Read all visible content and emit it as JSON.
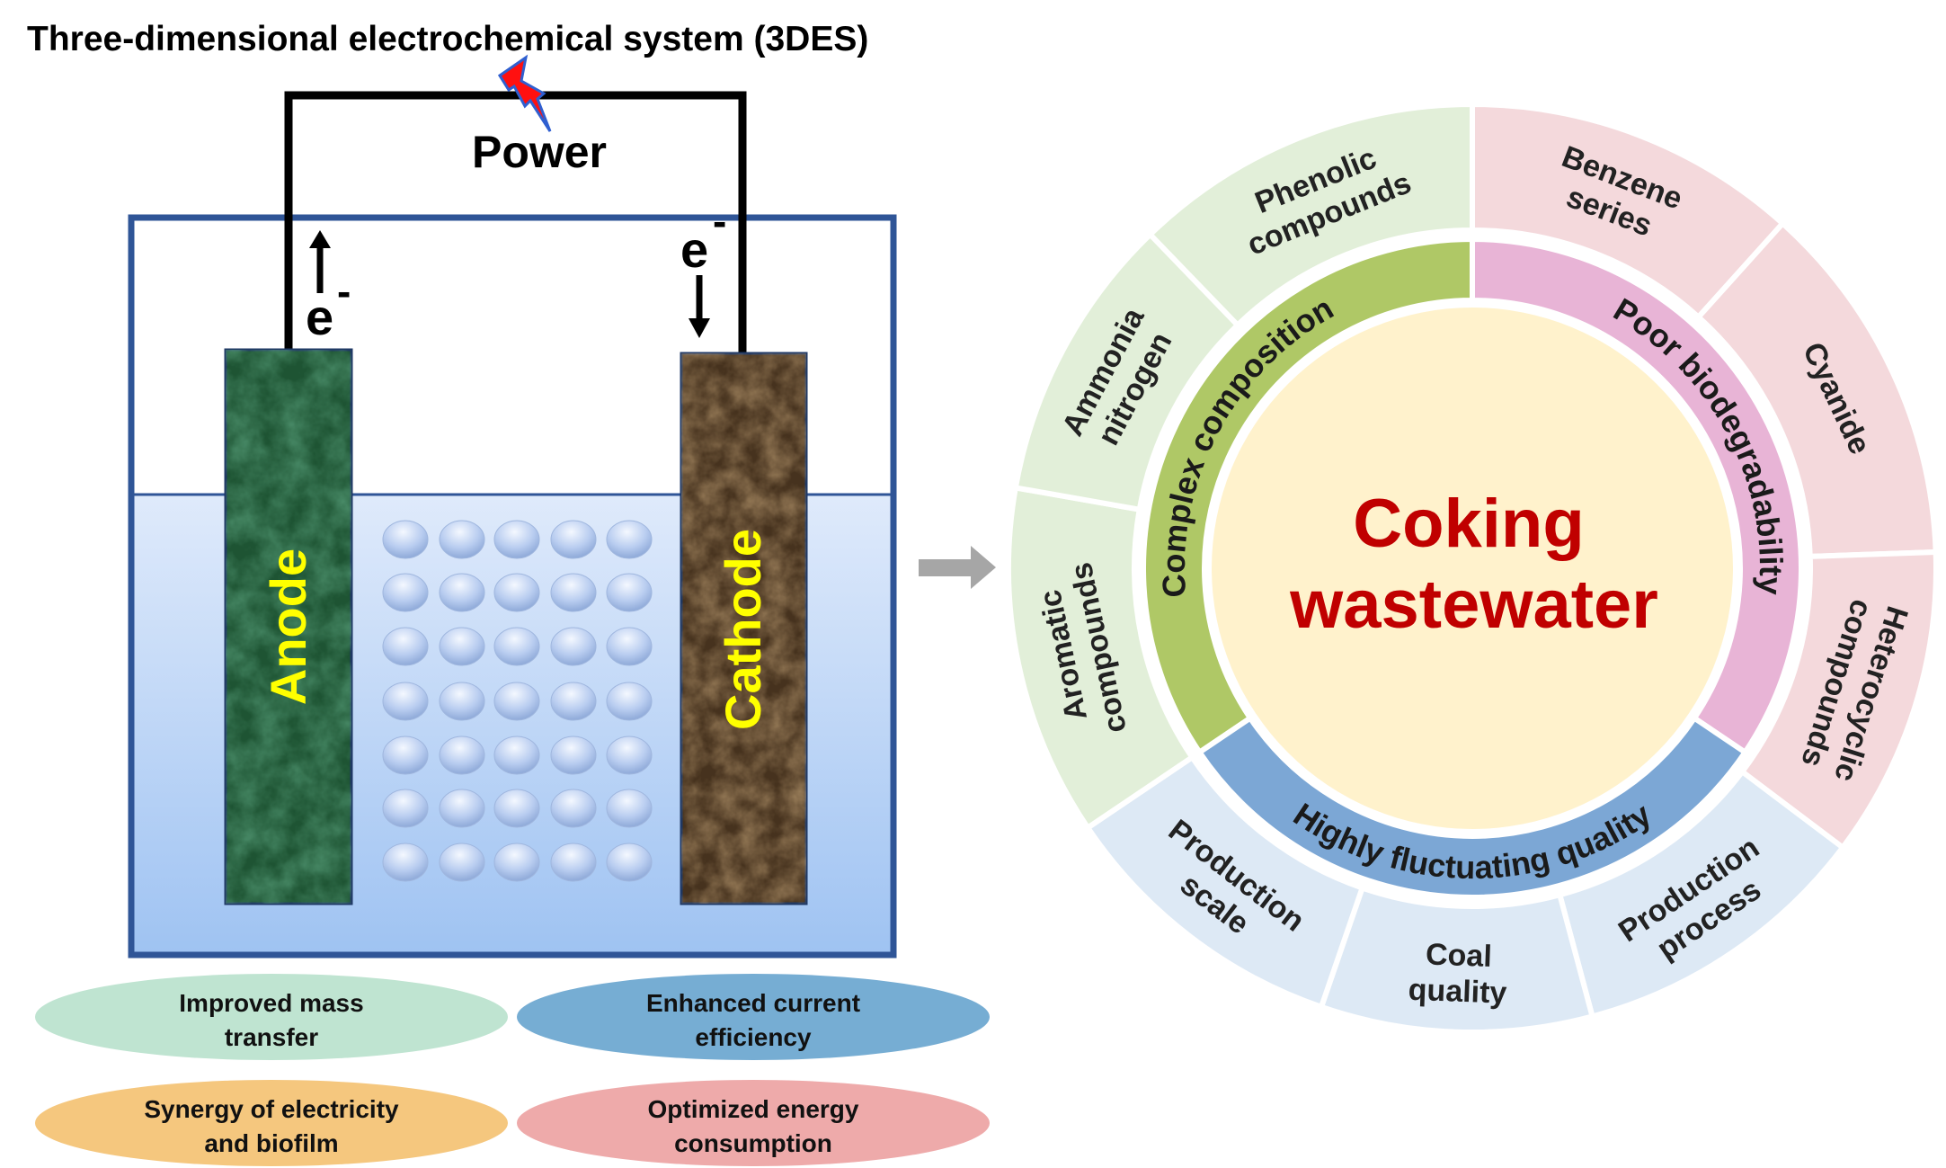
{
  "left_panel": {
    "title": "Three-dimensional electrochemical system (3DES)",
    "power_label": "Power",
    "electron_label": "e",
    "electron_superscript": "-",
    "anode_label": "Anode",
    "cathode_label": "Cathode",
    "anode_color": "#1f5a35",
    "cathode_color": "#4a3520",
    "electrode_text_color": "#ffff00",
    "tank_border_color": "#2f5597",
    "benefits": [
      {
        "line1": "Improved mass",
        "line2": "transfer",
        "color": "#bfe4d1"
      },
      {
        "line1": "Enhanced current",
        "line2": "efficiency",
        "color": "#76add3"
      },
      {
        "line1": "Synergy of electricity",
        "line2": "and biofilm",
        "color": "#f5c77e"
      },
      {
        "line1": "Optimized energy",
        "line2": "consumption",
        "color": "#eeaaaa"
      }
    ]
  },
  "right_panel": {
    "center": {
      "line1": "Coking",
      "line2": "wastewater",
      "color": "#c00000",
      "fill": "#fff2cc"
    },
    "inner_ring": [
      {
        "label": "Complex composition",
        "color": "#afc866"
      },
      {
        "label": "Poor biodegradability",
        "color": "#e8b4d6"
      },
      {
        "label": "Highly fluctuating quality",
        "color": "#7ca7d5"
      }
    ],
    "outer_ring": [
      {
        "line1": "Phenolic",
        "line2": "compounds",
        "color": "#e2efd9"
      },
      {
        "line1": "Benzene",
        "line2": "series",
        "color": "#f4d9dc"
      },
      {
        "line1": "Cyanide",
        "line2": "",
        "color": "#f4d9dc"
      },
      {
        "line1": "Heterocyclic",
        "line2": "compounds",
        "color": "#f4d9dc"
      },
      {
        "line1": "Production",
        "line2": "process",
        "color": "#dde9f5"
      },
      {
        "line1": "Coal",
        "line2": "quality",
        "color": "#dde9f5"
      },
      {
        "line1": "Production",
        "line2": "scale",
        "color": "#dde9f5"
      },
      {
        "line1": "Aromatic",
        "line2": "compounds",
        "color": "#e2efd9"
      },
      {
        "line1": "Ammonia",
        "line2": "nitrogen",
        "color": "#e2efd9"
      }
    ]
  }
}
